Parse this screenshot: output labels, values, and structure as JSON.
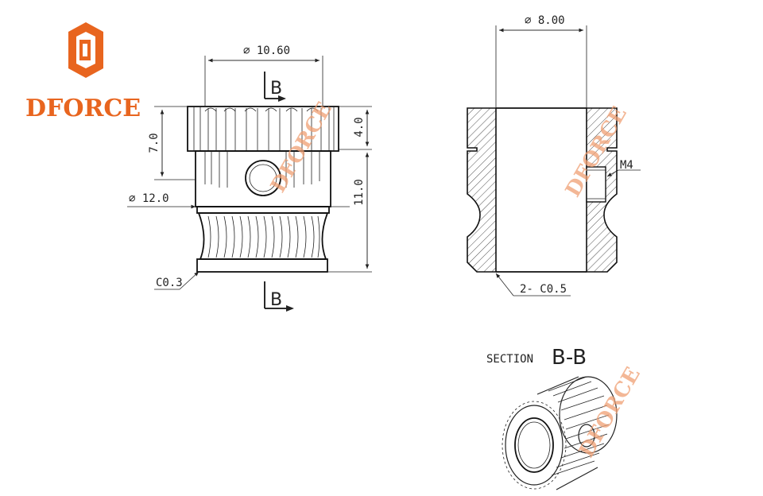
{
  "brand": {
    "name": "DFORCE",
    "color": "#e8651f"
  },
  "watermark": "DFORCE",
  "front_view": {
    "dia_top": "⌀ 10.60",
    "dia_mid": "⌀ 12.0",
    "height_top": "4.0",
    "height_left": "7.0",
    "height_right": "11.0",
    "chamfer": "C0.3",
    "section_mark": "B"
  },
  "section_view": {
    "dia": "⌀ 8.00",
    "thread": "M4",
    "chamfer": "2- C0.5"
  },
  "section_label": {
    "prefix": "SECTION",
    "name": "B-B"
  }
}
